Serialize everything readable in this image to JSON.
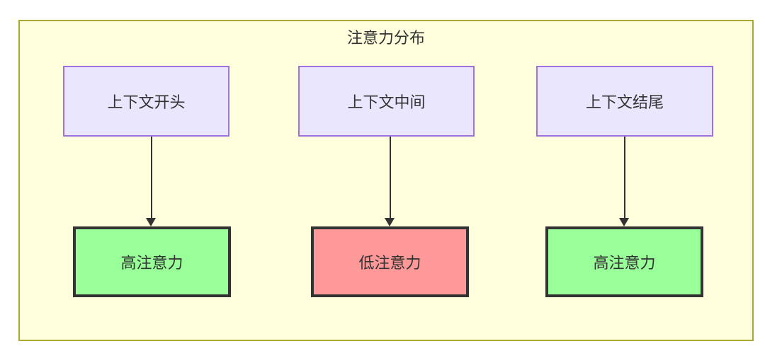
{
  "diagram": {
    "title": "注意力分布",
    "colors": {
      "container_fill": "#ffffdd",
      "container_border": "#aaaa33",
      "context_fill": "#e9e6fd",
      "context_border": "#9f72e0",
      "high_attention_fill": "#99ff99",
      "low_attention_fill": "#ff9999",
      "node_border": "#333333",
      "edge": "#333333",
      "text": "#333333"
    },
    "context_nodes": [
      {
        "id": "ctx-start",
        "label": "上下文开头"
      },
      {
        "id": "ctx-middle",
        "label": "上下文中间"
      },
      {
        "id": "ctx-end",
        "label": "上下文结尾"
      }
    ],
    "attention_nodes": [
      {
        "id": "att-start",
        "label": "高注意力",
        "level": "high"
      },
      {
        "id": "att-middle",
        "label": "低注意力",
        "level": "low"
      },
      {
        "id": "att-end",
        "label": "高注意力",
        "level": "high"
      }
    ],
    "edges": [
      {
        "from": "上下文开头",
        "to": "高注意力"
      },
      {
        "from": "上下文中间",
        "to": "低注意力"
      },
      {
        "from": "上下文结尾",
        "to": "高注意力"
      }
    ]
  }
}
